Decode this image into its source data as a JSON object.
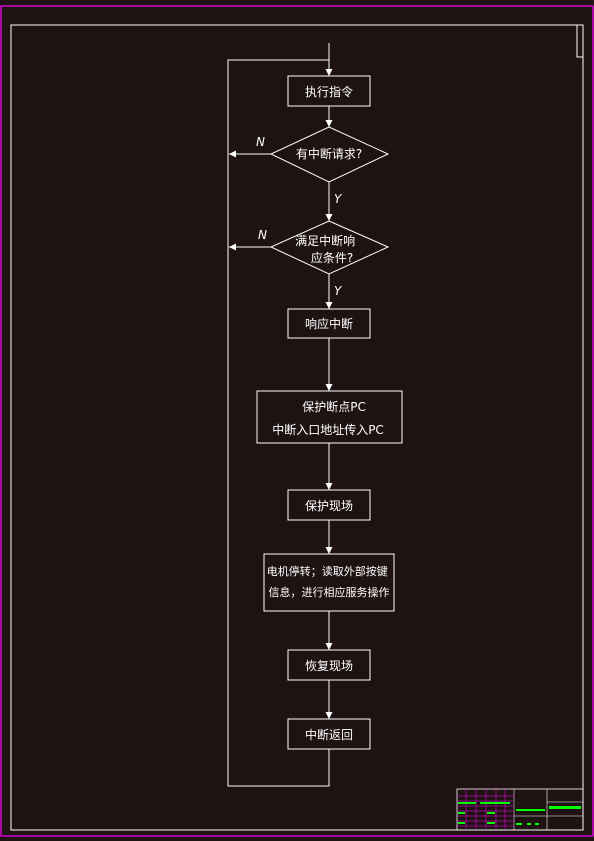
{
  "colors": {
    "background": "#1e1212",
    "sheet_border": "#ff00ff",
    "inner_border": "#ffffff",
    "line": "#ffffff",
    "title_block_text": "#00ff00",
    "title_block_grid": "#ff00ff"
  },
  "flowchart": {
    "nodes": {
      "execute": {
        "lines": [
          "执行指令"
        ]
      },
      "has_interrupt": {
        "lines": [
          "有中断请求?"
        ]
      },
      "conditions_met": {
        "lines": [
          "满足中断响",
          "应条件?"
        ]
      },
      "respond": {
        "lines": [
          "响应中断"
        ]
      },
      "protect_pc": {
        "lines": [
          "保护断点PC",
          "中断入口地址传入PC"
        ]
      },
      "protect_scene": {
        "lines": [
          "保护现场"
        ]
      },
      "motor": {
        "lines": [
          "电机停转；读取外部按键",
          "信息，进行相应服务操作"
        ]
      },
      "restore_scene": {
        "lines": [
          "恢复现场"
        ]
      },
      "return": {
        "lines": [
          "中断返回"
        ]
      }
    },
    "branch_labels": {
      "no_1": "N",
      "yes_1": "Y",
      "no_2": "N",
      "yes_2": "Y"
    }
  }
}
